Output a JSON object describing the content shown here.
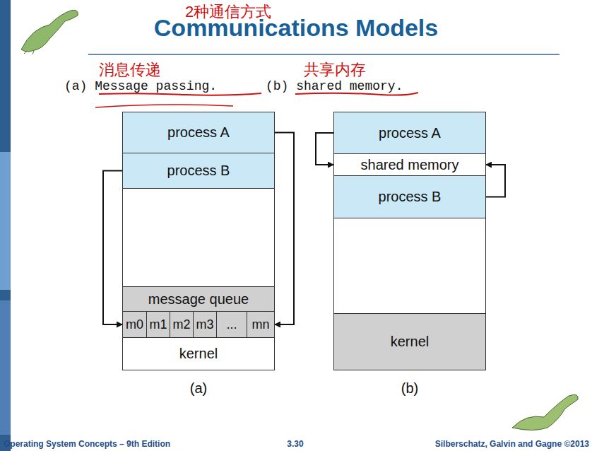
{
  "diagram": {
    "title": "Communications Models",
    "nodes": [
      {
        "text": [
          "process A"
        ]
      },
      {
        "text": [
          "process B"
        ]
      },
      {
        "text": [
          "message queue"
        ]
      },
      {
        "text": [
          "m0"
        ]
      },
      {
        "text": [
          "m1"
        ]
      },
      {
        "text": [
          "m2"
        ]
      },
      {
        "text": [
          "m3"
        ]
      },
      {
        "text": [
          "..."
        ]
      },
      {
        "text": [
          "mn"
        ]
      },
      {
        "text": [
          "kernel"
        ]
      },
      {
        "text": [
          "process A"
        ]
      },
      {
        "text": [
          "shared memory"
        ]
      },
      {
        "text": [
          "process B"
        ]
      },
      {
        "text": [
          "kernel"
        ]
      }
    ],
    "edges": [
      {
        "from": 0,
        "to": 8,
        "arrow": "to"
      },
      {
        "from": 1,
        "to": 3,
        "arrow": "to"
      },
      {
        "from": 10,
        "to": 11,
        "arrow": "to"
      },
      {
        "from": 12,
        "to": 11,
        "arrow": "to"
      }
    ],
    "labels": [
      "2种通信方式",
      "消息传递",
      "共享内存",
      "(a) Message passing.",
      "(b) shared memory.",
      "(a)",
      "(b)",
      "Operating System Concepts – 9th Edition",
      "3.30",
      "Silberschatz, Galvin and Gagne ©2013"
    ]
  }
}
